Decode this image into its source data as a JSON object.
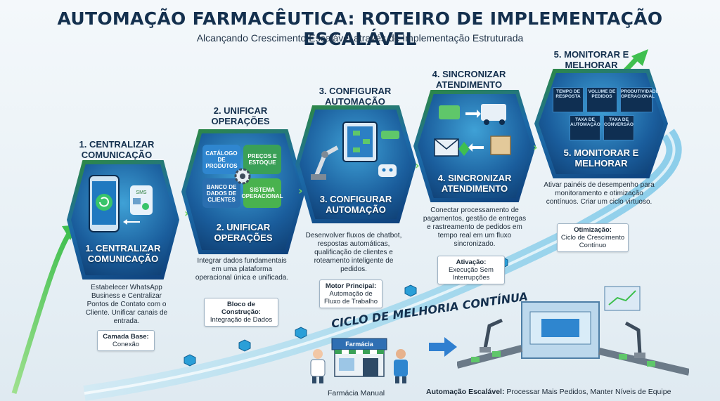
{
  "header": {
    "title": "AUTOMAÇÃO FARMACÊUTICA: ROTEIRO DE IMPLEMENTAÇÃO ESCALÁVEL",
    "subtitle": "Alcançando Crescimento Escalável através de Implementação Estruturada"
  },
  "steps": [
    {
      "heading": "1. CENTRALIZAR\nCOMUNICAÇÃO",
      "hex_label": "1. CENTRALIZAR\nCOMUNICAÇÃO",
      "description": "Estabelecer WhatsApp Business e Centralizar Pontos de Contato com o Cliente. Unificar canais de entrada.",
      "tag_title": "Camada Base:",
      "tag_value": "Conexão"
    },
    {
      "heading": "2. UNIFICAR\nOPERAÇÕES",
      "hex_label": "2. UNIFICAR\nOPERAÇÕES",
      "description": "Integrar dados fundamentais em uma plataforma operacional única e unificada.",
      "tag_title": "Bloco de Construção:",
      "tag_value": "Integração de Dados",
      "puzzle": [
        "CATÁLOGO DE PRODUTOS",
        "PREÇOS E ESTOQUE",
        "BANCO DE DADOS DE CLIENTES",
        "SISTEMA OPERACIONAL"
      ]
    },
    {
      "heading": "3. CONFIGURAR\nAUTOMAÇÃO",
      "hex_label": "3. CONFIGURAR\nAUTOMAÇÃO",
      "description": "Desenvolver fluxos de chatbot, respostas automáticas, qualificação de clientes e roteamento inteligente de pedidos.",
      "tag_title": "Motor Principal:",
      "tag_value": "Automação de Fluxo de Trabalho"
    },
    {
      "heading": "4. SINCRONIZAR\nATENDIMENTO",
      "hex_label": "4. SINCRONIZAR\nATENDIMENTO",
      "description": "Conectar processamento de pagamentos, gestão de entregas e rastreamento de pedidos em tempo real em um fluxo sincronizado.",
      "tag_title": "Ativação:",
      "tag_value": "Execução Sem Interrupções"
    },
    {
      "heading": "5. MONITORAR E\nMELHORAR",
      "hex_label": "5. MONITORAR E\nMELHORAR",
      "description": "Ativar painéis de desempenho para monitoramento e otimização contínuos. Criar um ciclo virtuoso.",
      "tag_title": "Otimização:",
      "tag_value": "Ciclo de Crescimento Contínuo",
      "metrics": [
        "TEMPO DE RESPOSTA",
        "VOLUME DE PEDIDOS",
        "PRODUTIVIDADE OPERACIONAL",
        "TAXA DE AUTOMAÇÃO",
        "TAXA DE CONVERSÃO"
      ]
    }
  ],
  "cycle_label": "CICLO DE MELHORIA CONTÍNUA",
  "store_sign": "Farmácia",
  "manual_label": "Farmácia Manual",
  "scalable_label_bold": "Automação Escalável:",
  "scalable_label_text": " Processar Mais Pedidos, Manter Níveis de Equipe",
  "colors": {
    "title": "#14304e",
    "hex_border": "#2e8a3f",
    "hex_fill": "#1a5d9c",
    "path": "#3fb0e0",
    "accent_green": "#6fd35f"
  }
}
